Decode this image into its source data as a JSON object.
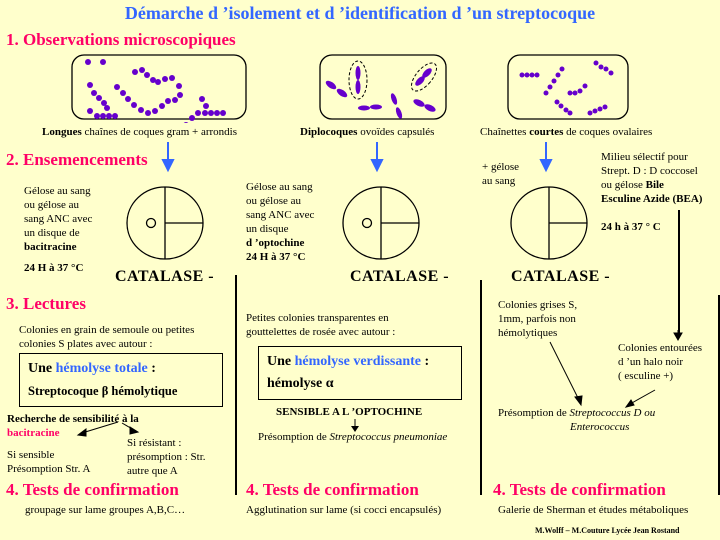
{
  "title": "Démarche d ’isolement et d ’identification d ’un streptocoque",
  "sections": {
    "s1": "1. Observations microscopiques",
    "s2": "2. Ensemencements",
    "s3": "3. Lectures",
    "s4": "4. Tests de confirmation"
  },
  "micro": [
    {
      "bold": "Longues",
      "rest": " chaînes de coques gram + arrondis"
    },
    {
      "bold": "Diplocoques",
      "rest": " ovoïdes capsulés"
    },
    {
      "pre": "Chaînettes ",
      "bold": "courtes",
      "rest": " de coques ovalaires"
    }
  ],
  "seed": {
    "col1": {
      "lines": [
        "Gélose au sang",
        "ou gélose au",
        "sang ANC avec",
        "un disque de"
      ],
      "bold": "bacitracine",
      "temp": "24 H à 37 °C"
    },
    "col2": {
      "lines": [
        "Gélose au sang",
        "ou gélose au",
        "sang ANC avec",
        "un disque"
      ],
      "bold": "d ’optochine",
      "temp": "24 H à 37 °C"
    },
    "col3": {
      "left": [
        "+ gélose",
        "au sang"
      ],
      "lines": [
        "Milieu sélectif pour",
        "Strept. D : D coccosel"
      ],
      "pre_bold": "ou gélose ",
      "bold1": "Bile",
      "bold2": "Esculine Azide (BEA)",
      "temp": "24 h à 37 ° C"
    },
    "catalase": "CATALASE -"
  },
  "read": {
    "col1": {
      "desc": [
        "Colonies en grain de semoule ou petites",
        "colonies S plates avec autour :"
      ],
      "box_pre": "Une ",
      "box_hl": "hémolyse totale",
      "box_post": " :",
      "box_line2": "Streptocoque β hémolytique",
      "sens1": "Recherche de sensibilité à la",
      "sens2": "bacitracine",
      "left": [
        "Si sensible",
        "Présomption Str. A"
      ],
      "right": [
        "Si résistant :",
        "présomption : Str.",
        "autre que A"
      ]
    },
    "col2": {
      "desc": [
        "Petites colonies transparentes en",
        "gouttelettes de rosée avec autour :"
      ],
      "box_pre": "Une ",
      "box_hl": "hémolyse verdissante",
      "box_post": " :",
      "box_line2": "hémolyse α",
      "sens": "SENSIBLE A L ’OPTOCHINE",
      "pres": "Présomption de ",
      "pres_it": "Streptococcus pneumoniae"
    },
    "col3": {
      "grey": [
        "Colonies grises S,",
        "1mm, parfois non",
        "hémolytiques"
      ],
      "black": [
        "Colonies entourées",
        "d ’un halo noir",
        "( esculine +)"
      ],
      "pres": "Présomption de ",
      "pres_it1": "Streptococcus D ou",
      "pres_it2": "Enterococcus"
    }
  },
  "confirm": [
    "groupage sur lame groupes A,B,C…",
    "Agglutination sur lame (si cocci encapsulés)",
    "Galerie de Sherman et études métaboliques"
  ],
  "credit": "M.Wolff – M.Couture  Lycée Jean Rostand",
  "colors": {
    "title": "#3366FF",
    "heading": "#FF0066",
    "bacteria": "#6600CC",
    "bg": "#FFFFCC"
  }
}
